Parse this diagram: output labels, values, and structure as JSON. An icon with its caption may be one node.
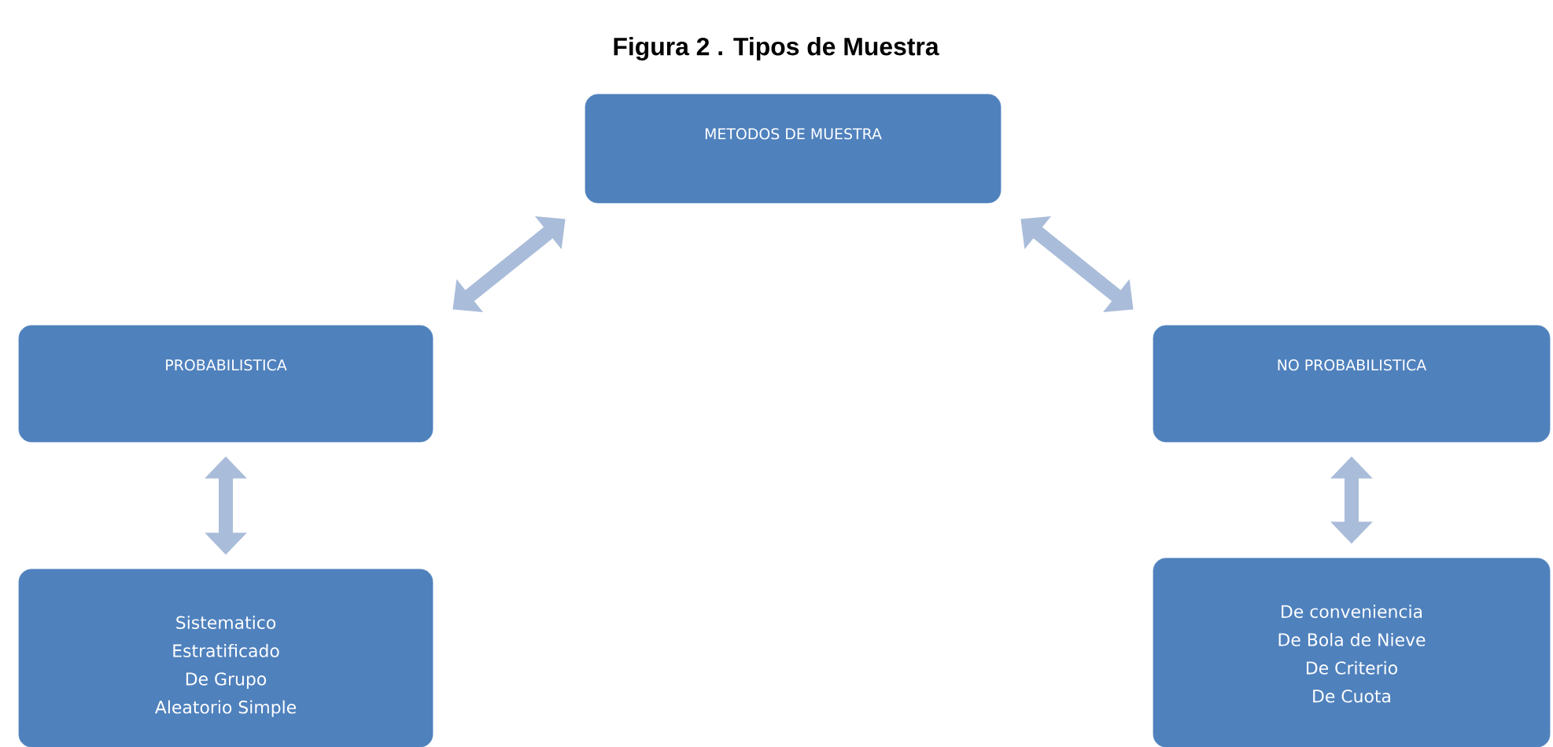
{
  "diagram": {
    "title": "Figura  2 .  Tipos de Muestra",
    "nodes": [
      {
        "text": [
          "METODOS  DE MUESTRA"
        ]
      },
      {
        "text": [
          "PROBABILISTICA"
        ]
      },
      {
        "text": [
          "NO PROBABILISTICA"
        ]
      },
      {
        "text": [
          "Sistematico",
          "Estratificado",
          "De Grupo",
          "Aleatorio Simple"
        ]
      },
      {
        "text": [
          "De conveniencia",
          "De Bola de Nieve",
          "De Criterio",
          "De  Cuota"
        ]
      }
    ],
    "edges": [
      {
        "from": 0,
        "to": 1,
        "arrow": "both"
      },
      {
        "from": 0,
        "to": 2,
        "arrow": "both"
      },
      {
        "from": 1,
        "to": 3,
        "arrow": "both"
      },
      {
        "from": 2,
        "to": 4,
        "arrow": "both"
      }
    ]
  }
}
